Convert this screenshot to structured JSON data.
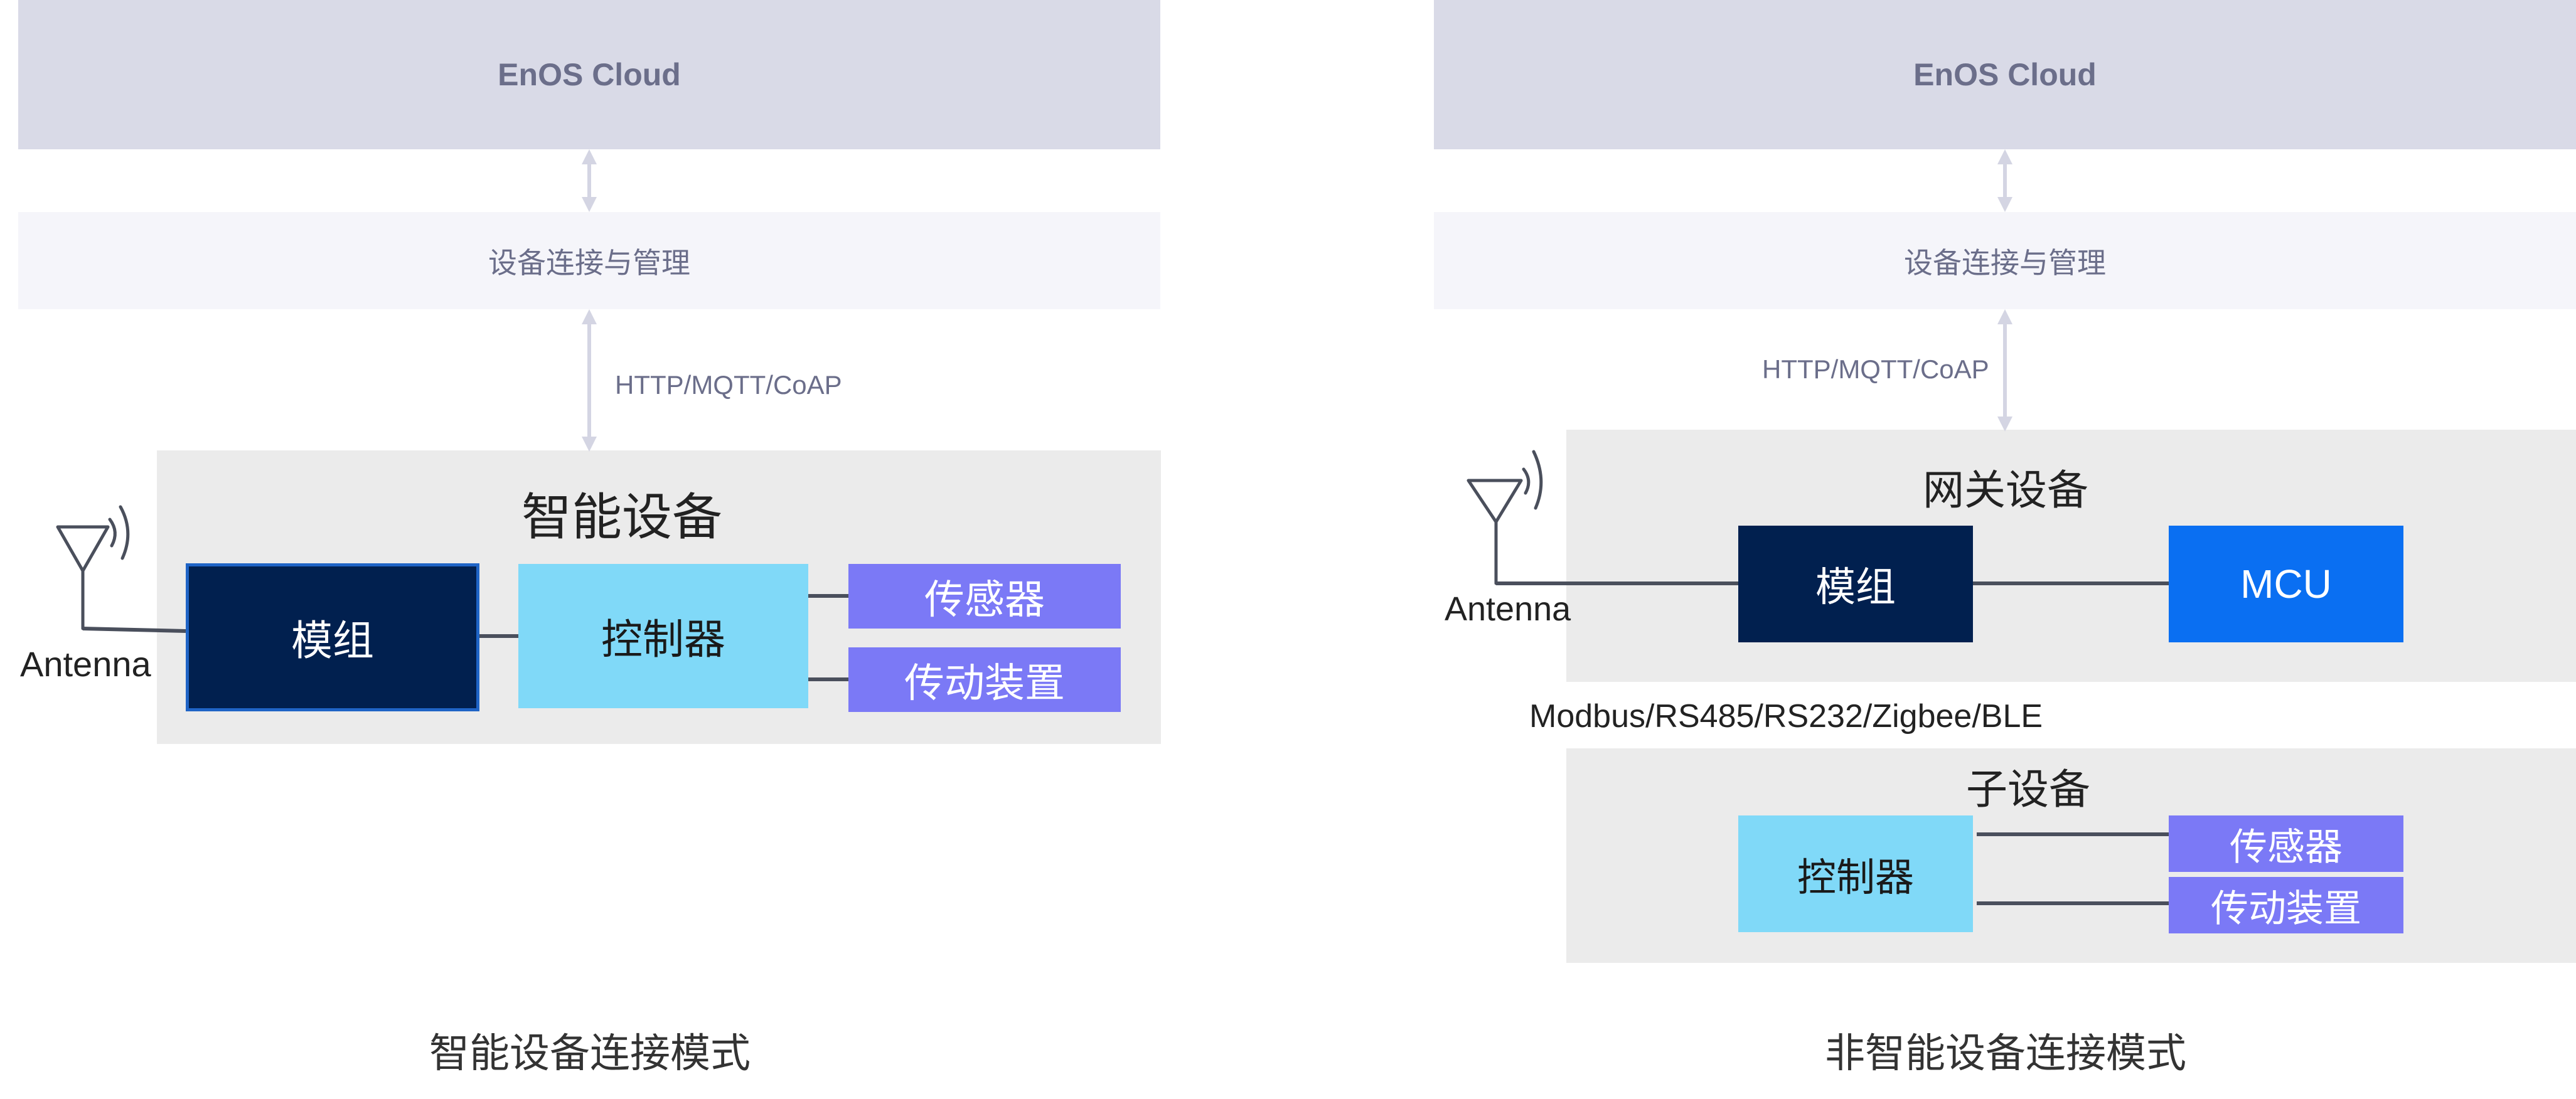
{
  "left": {
    "cloud": "EnOS Cloud",
    "mgmt": "设备连接与管理",
    "protocol": "HTTP/MQTT/CoAP",
    "panel_title": "智能设备",
    "antenna": "Antenna",
    "module": "模组",
    "controller": "控制器",
    "sensor": "传感器",
    "actuator": "传动装置",
    "caption": "智能设备连接模式"
  },
  "right": {
    "cloud": "EnOS Cloud",
    "mgmt": "设备连接与管理",
    "protocol": "HTTP/MQTT/CoAP",
    "gateway_title": "网关设备",
    "antenna": "Antenna",
    "module": "模组",
    "mcu": "MCU",
    "bus_protocols": "Modbus/RS485/RS232/Zigbee/BLE",
    "subdevice_title": "子设备",
    "controller": "控制器",
    "sensor": "传感器",
    "actuator": "传动装置",
    "caption": "非智能设备连接模式"
  },
  "colors": {
    "cloud_bg": "#d9dae7",
    "mgmt_bg": "#f5f5fa",
    "panel_bg": "#ebebeb",
    "module": "#01204f",
    "controller": "#80d9f8",
    "sensor_actuator": "#7b79f6",
    "mcu": "#0a6ff2",
    "arrow": "#d4d5e3",
    "line": "#4a4f5c"
  },
  "icons": {
    "antenna": "antenna-icon",
    "arrow": "double-arrow-icon"
  }
}
